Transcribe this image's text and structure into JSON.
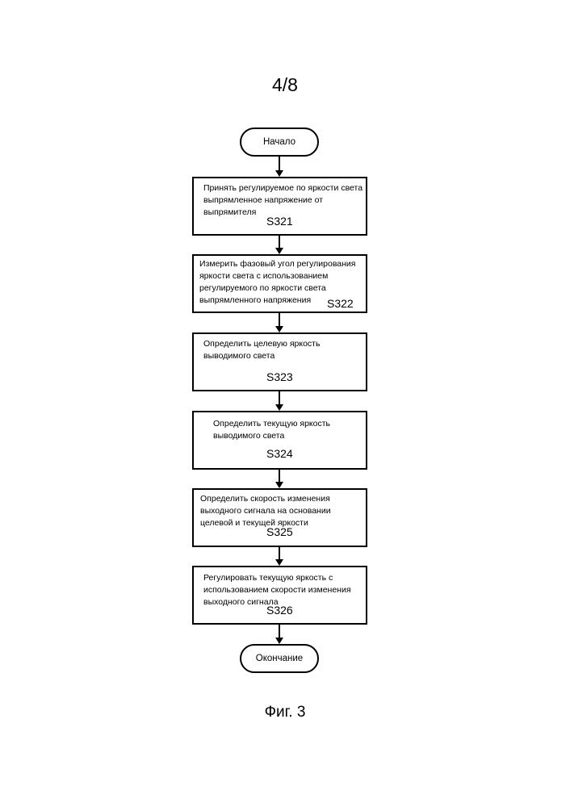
{
  "page_number": "4/8",
  "start_label": "Начало",
  "end_label": "Окончание",
  "steps": [
    {
      "text": "Принять регулируемое по яркости света\nвыпрямленное напряжение от\nвыпрямителя",
      "code": "S321"
    },
    {
      "text": "Измерить фазовый угол регулирования\nяркости света с использованием\nрегулируемого по яркости света\nвыпрямленного напряжения",
      "code": "S322"
    },
    {
      "text": "Определить целевую яркость\nвыводимого света",
      "code": "S323"
    },
    {
      "text": "Определить текущую яркость\nвыводимого света",
      "code": "S324"
    },
    {
      "text": "Определить скорость изменения\nвыходного сигнала на основании\nцелевой и текущей яркости",
      "code": "S325"
    },
    {
      "text": "Регулировать текущую яркость с\nиспользованием скорости изменения\nвыходного сигнала",
      "code": "S326"
    }
  ],
  "caption": "Фиг. 3"
}
